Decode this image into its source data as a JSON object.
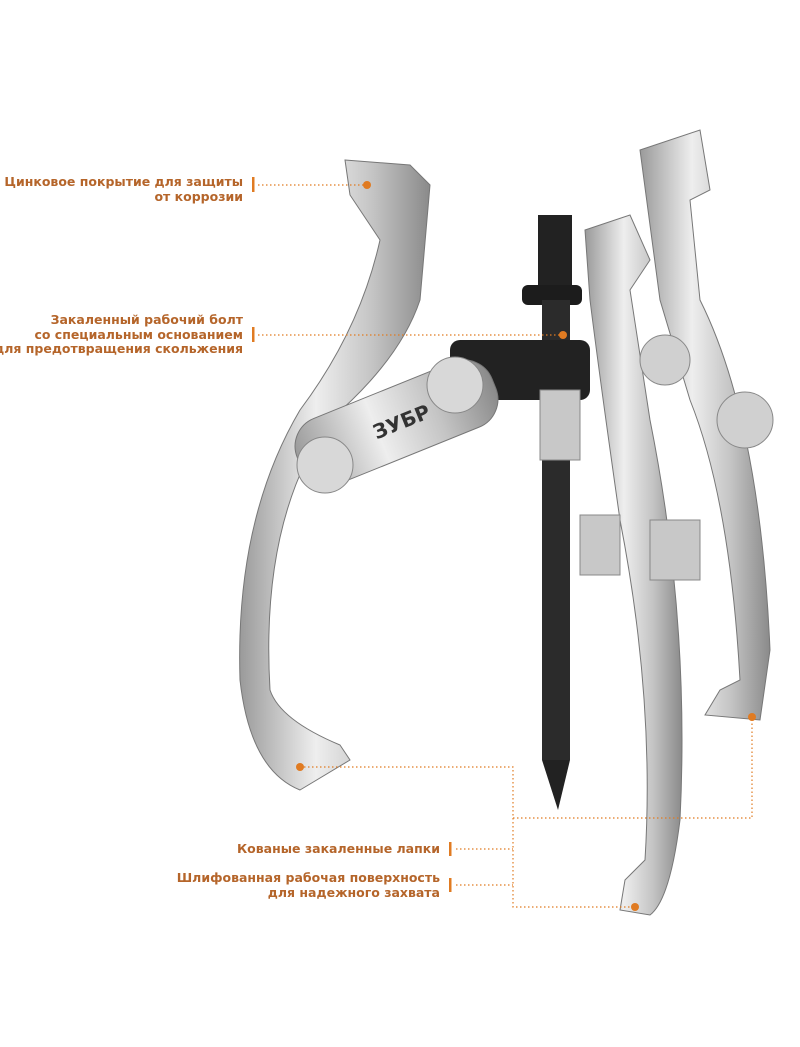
{
  "brand": "ЗУБР",
  "accent_color": "#e07b22",
  "callouts": [
    {
      "lines": [
        "Цинковое покрытие для защиты",
        "от коррозии"
      ]
    },
    {
      "lines": [
        "Закаленный рабочий болт",
        "со специальным основанием",
        "для предотвращения скольжения"
      ]
    },
    {
      "lines": [
        "Кованые закаленные лапки"
      ]
    },
    {
      "lines": [
        "Шлифованная рабочая поверхность",
        "для надежного захвата"
      ]
    }
  ]
}
